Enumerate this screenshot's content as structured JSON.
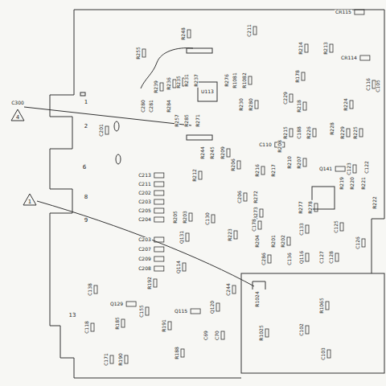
{
  "diagram": {
    "labels": [
      "CR115",
      "CR114",
      "C211",
      "R248",
      "R255",
      "R214",
      "R213",
      "R178",
      "R236",
      "R235",
      "R231",
      "R237",
      "R276",
      "R1081",
      "R1082",
      "U113",
      "C229",
      "C116",
      "C105",
      "R239",
      "C280",
      "C281",
      "R284",
      "R257",
      "R285",
      "R271",
      "R230",
      "R280",
      "C201",
      "R218",
      "R224",
      "R225",
      "C188",
      "R226",
      "R228",
      "R229",
      "R215",
      "C110",
      "R208",
      "R210",
      "R207",
      "Q141",
      "C122",
      "C123",
      "R217",
      "R216",
      "R244",
      "R245",
      "R209",
      "R206",
      "R212",
      "R205",
      "R203",
      "C206",
      "R272",
      "R273",
      "R277",
      "R278",
      "R219",
      "R220",
      "R221",
      "R222",
      "C133",
      "C125",
      "C126",
      "Q131",
      "C130",
      "R223",
      "C178",
      "R204",
      "R201",
      "R202",
      "C136",
      "Q116",
      "C127",
      "C128",
      "C286",
      "C213",
      "C211",
      "C202",
      "C203",
      "C205",
      "C204",
      "C203",
      "C207",
      "C209",
      "C208",
      "Q114",
      "C138",
      "R192",
      "Q129",
      "C155",
      "R185",
      "C118",
      "R191",
      "Q115",
      "Q120",
      "C244",
      "R1024",
      "R1025",
      "R1065",
      "C102",
      "C103",
      "C69",
      "C70",
      "R188",
      "C171",
      "R190",
      "C300",
      "4",
      "1",
      "1",
      "2",
      "6",
      "8",
      "9",
      "13"
    ]
  }
}
